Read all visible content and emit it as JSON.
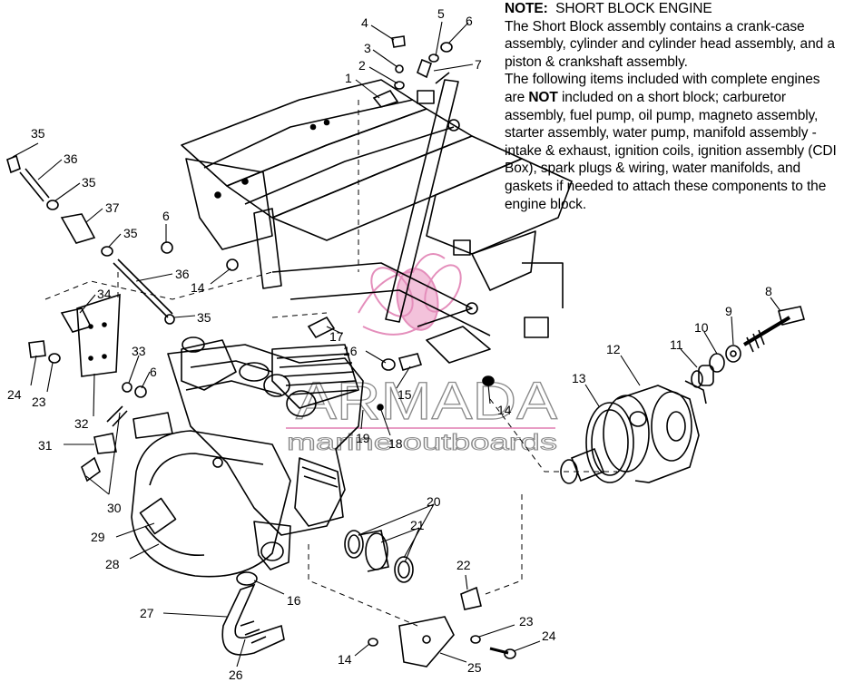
{
  "note": {
    "label": "NOTE:",
    "heading": "SHORT BLOCK ENGINE",
    "para_1": "The Short Block assembly contains a crank-case assembly, cylinder and cylinder head assembly, and a piston & crankshaft assembly.",
    "para_2_pre": "The following items included with complete engines are ",
    "para_2_not": "NOT",
    "para_2_post": " included on a short block; carburetor assembly, fuel pump, oil pump, magneto assembly, starter assembly, water pump, manifold assembly - intake & exhaust, ignition coils, ignition assembly (CDI Box), spark plugs & wiring, water manifolds, and gaskets if needed to attach these components to the engine block."
  },
  "watermark": {
    "brand": "ARMADA",
    "tagline": "marine outboards",
    "accent_color": "#e07bb0"
  },
  "callouts": [
    {
      "id": "c1",
      "label": "1"
    },
    {
      "id": "c2",
      "label": "2"
    },
    {
      "id": "c3",
      "label": "3"
    },
    {
      "id": "c4",
      "label": "4"
    },
    {
      "id": "c5",
      "label": "5"
    },
    {
      "id": "c6a",
      "label": "6"
    },
    {
      "id": "c7",
      "label": "7"
    },
    {
      "id": "c35a",
      "label": "35"
    },
    {
      "id": "c36a",
      "label": "36"
    },
    {
      "id": "c35b",
      "label": "35"
    },
    {
      "id": "c37",
      "label": "37"
    },
    {
      "id": "c35c",
      "label": "35"
    },
    {
      "id": "c6b",
      "label": "6"
    },
    {
      "id": "c36b",
      "label": "36"
    },
    {
      "id": "c14a",
      "label": "14"
    },
    {
      "id": "c35d",
      "label": "35"
    },
    {
      "id": "c34",
      "label": "34"
    },
    {
      "id": "c17",
      "label": "17"
    },
    {
      "id": "c16a",
      "label": "16"
    },
    {
      "id": "c15",
      "label": "15"
    },
    {
      "id": "c14b",
      "label": "14"
    },
    {
      "id": "c33",
      "label": "33"
    },
    {
      "id": "c6c",
      "label": "6"
    },
    {
      "id": "c24a",
      "label": "24"
    },
    {
      "id": "c23a",
      "label": "23"
    },
    {
      "id": "c32",
      "label": "32"
    },
    {
      "id": "c31",
      "label": "31"
    },
    {
      "id": "c30",
      "label": "30"
    },
    {
      "id": "c19",
      "label": "19"
    },
    {
      "id": "c18",
      "label": "18"
    },
    {
      "id": "c8",
      "label": "8"
    },
    {
      "id": "c9",
      "label": "9"
    },
    {
      "id": "c10",
      "label": "10"
    },
    {
      "id": "c11",
      "label": "11"
    },
    {
      "id": "c12",
      "label": "12"
    },
    {
      "id": "c13",
      "label": "13"
    },
    {
      "id": "c20",
      "label": "20"
    },
    {
      "id": "c21",
      "label": "21"
    },
    {
      "id": "c29",
      "label": "29"
    },
    {
      "id": "c28",
      "label": "28"
    },
    {
      "id": "c16b",
      "label": "16"
    },
    {
      "id": "c22",
      "label": "22"
    },
    {
      "id": "c27",
      "label": "27"
    },
    {
      "id": "c23b",
      "label": "23"
    },
    {
      "id": "c24b",
      "label": "24"
    },
    {
      "id": "c14c",
      "label": "14"
    },
    {
      "id": "c25",
      "label": "25"
    },
    {
      "id": "c26",
      "label": "26"
    }
  ]
}
